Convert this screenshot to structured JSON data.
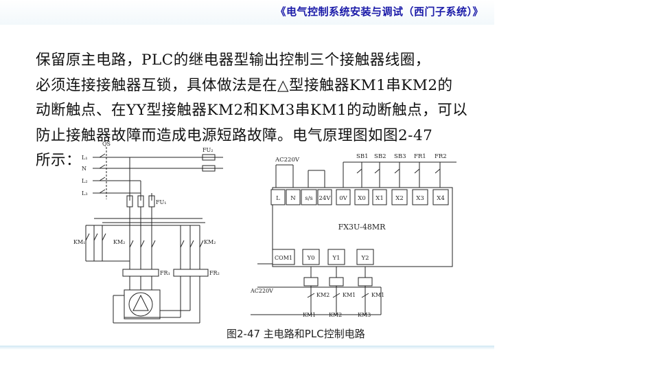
{
  "header": {
    "course_title": "《电气控制系统安装与调试（西门子系统）》"
  },
  "paragraph": {
    "lines": [
      "保留原主电路，PLC的继电器型输出控制三个接触器线圈，",
      "必须连接接触器互锁，具体做法是在△型接触器KM1串KM2的",
      "动断触点、在YY型接触器KM2和KM3串KM1的动断触点，可以",
      "防止接触器故障而造成电源短路故障。电气原理图如图2-47",
      "所示："
    ]
  },
  "main_circuit": {
    "line_labels": [
      "L₁",
      "N",
      "L₂",
      "L₃"
    ],
    "qs_label": "QS",
    "fu2_label": "FU₂",
    "fu1_label": "FU₁",
    "km_labels": [
      "KM₁",
      "KM₂",
      "KM₂"
    ],
    "fr_labels": [
      "FR₁",
      "FR₂"
    ]
  },
  "plc": {
    "model": "FX3U-48MR",
    "supply_label": "AC220V",
    "top_terminals": [
      "L",
      "N",
      "s/s",
      "24V",
      "0V",
      "X0",
      "X1",
      "X2",
      "X3",
      "X4"
    ],
    "button_labels": [
      "SB1",
      "SB2",
      "SB3",
      "FR1",
      "FR2"
    ],
    "output_terminals": [
      "COM1",
      "Y0",
      "Y1",
      "Y2"
    ],
    "output_supply_label": "AC220V",
    "interlock_labels": [
      "KM2",
      "KM1",
      "KM1"
    ],
    "coil_labels": [
      "KM1",
      "KM2",
      "KM3"
    ]
  },
  "figure": {
    "caption": "图2-47 主电路和PLC控制电路"
  }
}
